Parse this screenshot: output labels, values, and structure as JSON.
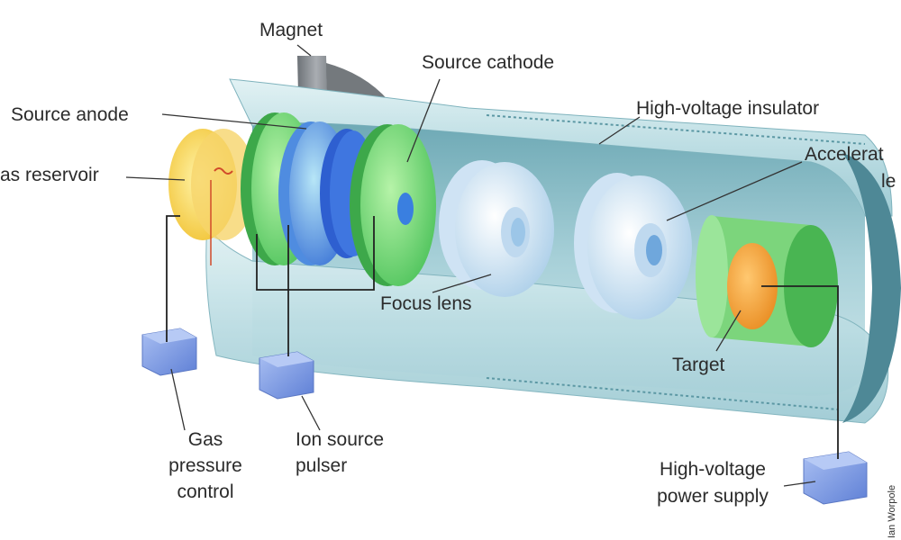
{
  "labels": {
    "magnet": "Magnet",
    "source_cathode": "Source cathode",
    "source_anode": "Source anode",
    "high_voltage_insulator": "High-voltage insulator",
    "accelerator_lens_line1": "Accelerat",
    "accelerator_lens_line2": "le",
    "gas_reservoir": "as reservoir",
    "focus_lens": "Focus lens",
    "target": "Target",
    "gas_pressure_control": [
      "Gas",
      "pressure",
      "control"
    ],
    "ion_source_pulser": [
      "Ion source",
      "pulser"
    ],
    "high_voltage_power_supply": [
      "High-voltage",
      "power supply"
    ]
  },
  "credit": "Ian Worpole",
  "colors": {
    "tube_outer": "#cfe8ec",
    "tube_inner": "#8fc2cc",
    "tube_dark": "#5f9aa6",
    "magnet": "#8c9196",
    "gas_reservoir": "#f7d24a",
    "green_disc": "#66d36a",
    "blue_disc": "#5a8fe0",
    "white_lens": "#e6f1fb",
    "target": "#f4a43a",
    "control_box": "#7f9ee6",
    "leader_line": "#333333"
  }
}
